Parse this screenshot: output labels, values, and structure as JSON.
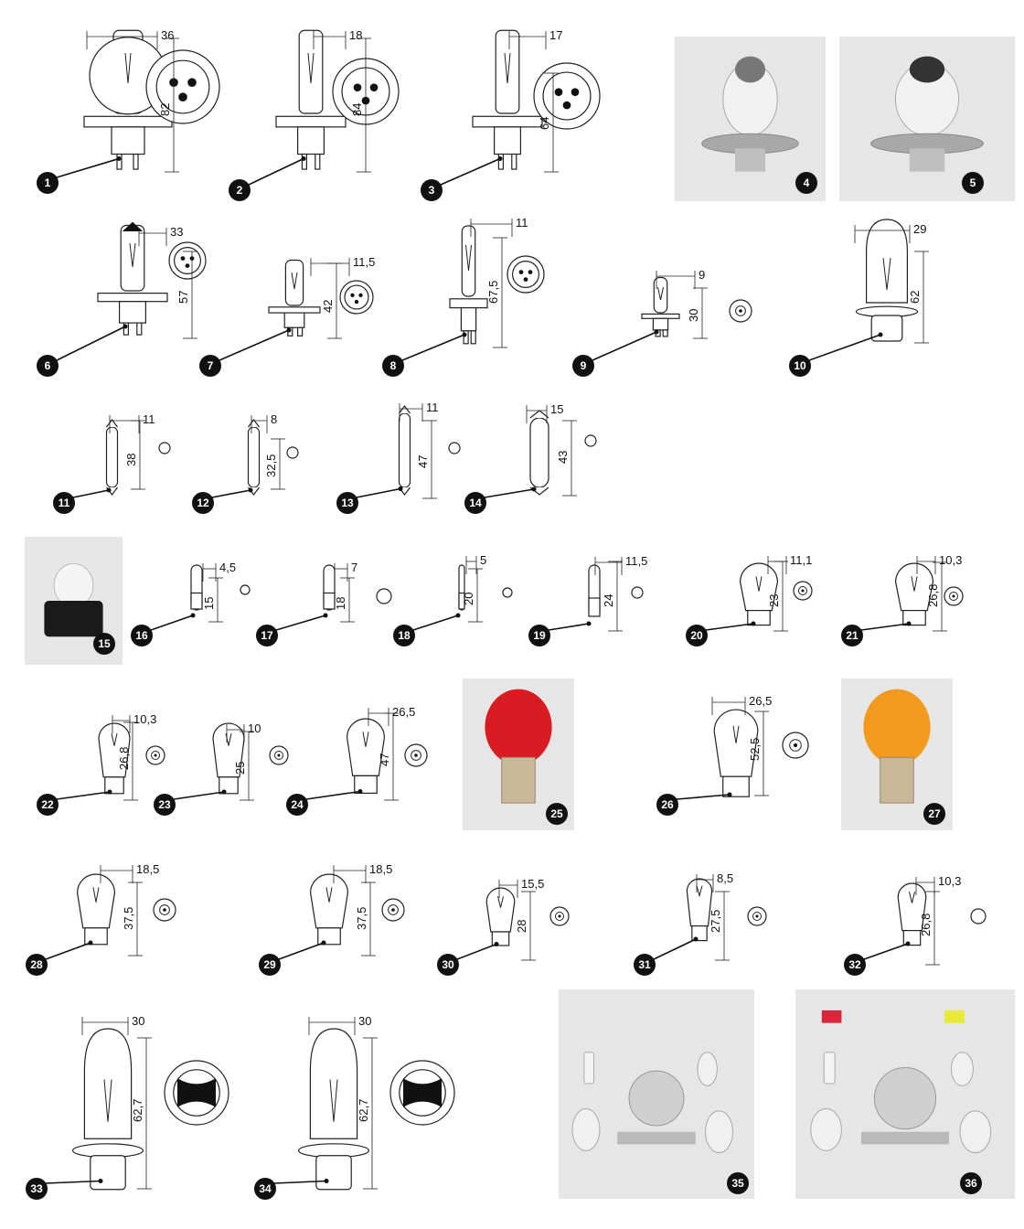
{
  "colors": {
    "photo_bg": "#e6e6e6",
    "badge": "#111111",
    "red_bulb": "#d81c22",
    "amber_bulb": "#f39a1e",
    "fuse_red": "#d8263a",
    "fuse_yellow": "#e9ea36"
  },
  "items": [
    {
      "num": "1",
      "kind": "headlamp-r2",
      "dims": [
        "36",
        "82"
      ]
    },
    {
      "num": "2",
      "kind": "headlamp-h4",
      "dims": [
        "18",
        "84"
      ]
    },
    {
      "num": "3",
      "kind": "headlamp-h4b",
      "dims": [
        "17",
        "64"
      ]
    },
    {
      "num": "4",
      "kind": "photo-h4-clear",
      "dims": []
    },
    {
      "num": "5",
      "kind": "photo-h4-black",
      "dims": []
    },
    {
      "num": "6",
      "kind": "headlamp-h7",
      "dims": [
        "33",
        "57"
      ]
    },
    {
      "num": "7",
      "kind": "h3",
      "dims": [
        "11,5",
        "42"
      ]
    },
    {
      "num": "8",
      "kind": "h1",
      "dims": [
        "11",
        "67,5"
      ]
    },
    {
      "num": "9",
      "kind": "h6w",
      "dims": [
        "9",
        "30"
      ]
    },
    {
      "num": "10",
      "kind": "moto",
      "dims": [
        "29",
        "62"
      ]
    },
    {
      "num": "11",
      "kind": "festoon",
      "dims": [
        "11",
        "38"
      ]
    },
    {
      "num": "12",
      "kind": "festoon",
      "dims": [
        "8",
        "32,5"
      ]
    },
    {
      "num": "13",
      "kind": "festoon",
      "dims": [
        "11",
        "47"
      ]
    },
    {
      "num": "14",
      "kind": "festoon-wide",
      "dims": [
        "15",
        "43"
      ]
    },
    {
      "num": "15",
      "kind": "photo-dash",
      "dims": []
    },
    {
      "num": "16",
      "kind": "mini-screw",
      "dims": [
        "4,5",
        "15"
      ]
    },
    {
      "num": "17",
      "kind": "mini-wedge",
      "dims": [
        "7",
        "18"
      ]
    },
    {
      "num": "18",
      "kind": "mini-tube",
      "dims": [
        "5",
        "20"
      ]
    },
    {
      "num": "19",
      "kind": "mini-globe",
      "dims": [
        "11,5",
        "24"
      ]
    },
    {
      "num": "20",
      "kind": "ba",
      "dims": [
        "11,1",
        "23"
      ]
    },
    {
      "num": "21",
      "kind": "wedge",
      "dims": [
        "10,3",
        "26,8"
      ]
    },
    {
      "num": "22",
      "kind": "wedge",
      "dims": [
        "10,3",
        "26,8"
      ]
    },
    {
      "num": "23",
      "kind": "wedge",
      "dims": [
        "10",
        "25"
      ]
    },
    {
      "num": "24",
      "kind": "wedge-big",
      "dims": [
        "26,5",
        "47"
      ]
    },
    {
      "num": "25",
      "kind": "photo-red",
      "dims": []
    },
    {
      "num": "26",
      "kind": "bay",
      "dims": [
        "26,5",
        "52,5"
      ]
    },
    {
      "num": "27",
      "kind": "photo-amber",
      "dims": []
    },
    {
      "num": "28",
      "kind": "ba-round",
      "dims": [
        "18,5",
        "37,5"
      ]
    },
    {
      "num": "29",
      "kind": "ba-round",
      "dims": [
        "18,5",
        "37,5"
      ]
    },
    {
      "num": "30",
      "kind": "ba-small",
      "dims": [
        "15,5",
        "28"
      ]
    },
    {
      "num": "31",
      "kind": "ba-tube",
      "dims": [
        "8,5",
        "27,5"
      ]
    },
    {
      "num": "32",
      "kind": "wedge",
      "dims": [
        "10,3",
        "26,8"
      ]
    },
    {
      "num": "33",
      "kind": "px",
      "dims": [
        "30",
        "62,7"
      ]
    },
    {
      "num": "34",
      "kind": "px",
      "dims": [
        "30",
        "62,7"
      ]
    },
    {
      "num": "35",
      "kind": "photo-set",
      "dims": []
    },
    {
      "num": "36",
      "kind": "photo-set-fuse",
      "dims": []
    }
  ]
}
